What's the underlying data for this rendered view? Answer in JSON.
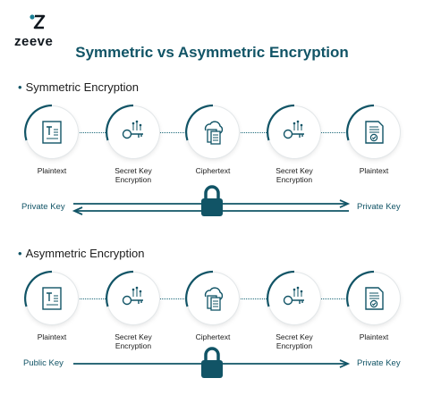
{
  "brand": {
    "name": "zeeve"
  },
  "title": "Symmetric vs Asymmetric Encryption",
  "colors": {
    "primary": "#115466",
    "accent": "#1a7f95",
    "ring_light": "#e3e7e9"
  },
  "sections": [
    {
      "heading": "Symmetric Encryption",
      "nodes": [
        {
          "label": "Plaintext",
          "icon": "document-text-icon"
        },
        {
          "label": "Secret Key Encryption",
          "icon": "key-circuit-icon"
        },
        {
          "label": "Ciphertext",
          "icon": "cloud-documents-icon"
        },
        {
          "label": "Secret Key Encryption",
          "icon": "key-circuit-icon"
        },
        {
          "label": "Plaintext",
          "icon": "document-check-icon"
        }
      ],
      "left_key": "Private Key",
      "right_key": "Private Key"
    },
    {
      "heading": "Asymmetric Encryption",
      "nodes": [
        {
          "label": "Plaintext",
          "icon": "document-text-icon"
        },
        {
          "label": "Secret Key Encryption",
          "icon": "key-circuit-icon"
        },
        {
          "label": "Ciphertext",
          "icon": "cloud-documents-icon"
        },
        {
          "label": "Secret Key Encryption",
          "icon": "key-circuit-icon"
        },
        {
          "label": "Plaintext",
          "icon": "document-check-icon"
        }
      ],
      "left_key": "Public Key",
      "right_key": "Private Key"
    }
  ]
}
